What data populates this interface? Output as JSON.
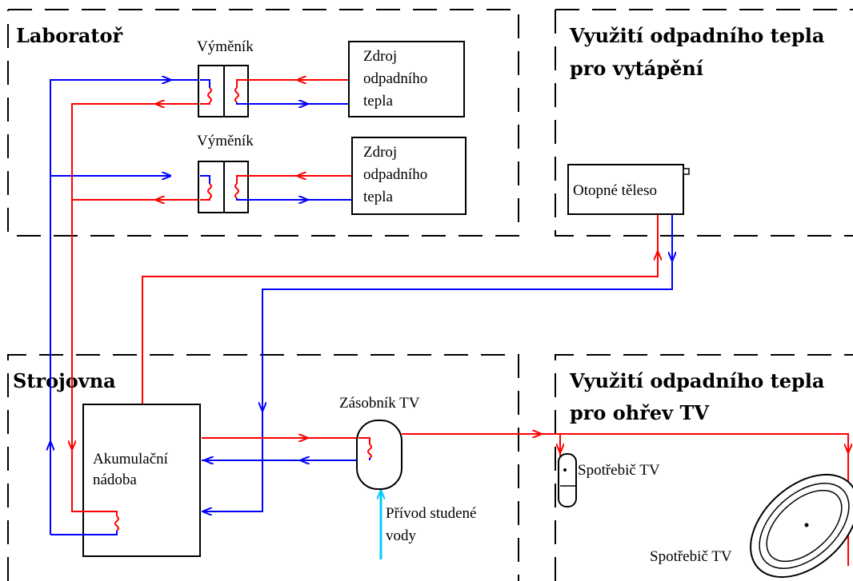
{
  "zones": {
    "lab": "Laboratoř",
    "heating": [
      "Využití odpadního tepla",
      "pro vytápění"
    ],
    "machine_room": "Strojovna",
    "hot_water": [
      "Využití odpadního tepla",
      "pro ohřev TV"
    ]
  },
  "exchangers": [
    "Výměník",
    "Výměník"
  ],
  "sources": [
    [
      "Zdroj",
      "odpadního",
      "tepla"
    ],
    [
      "Zdroj",
      "odpadního",
      "tepla"
    ]
  ],
  "radiator": "Otopné těleso",
  "accumulator": [
    "Akumulační",
    "nádoba"
  ],
  "storage_tank": "Zásobník TV",
  "cold_water_inlet": [
    "Přívod studené",
    "vody"
  ],
  "consumers": [
    "Spotřebič TV",
    "Spotřebič TV"
  ],
  "colors": {
    "hot": "#ff0000",
    "cold": "#0000ff",
    "cold_water": "#00ccff"
  }
}
